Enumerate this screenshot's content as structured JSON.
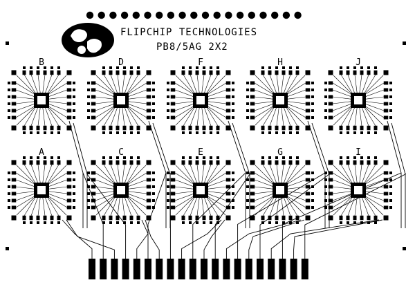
{
  "header": {
    "company": "FLIPCHIP TECHNOLOGIES",
    "part_number": "PB8/5AG 2X2"
  },
  "chips": [
    {
      "label": "B"
    },
    {
      "label": "D"
    },
    {
      "label": "F"
    },
    {
      "label": "H"
    },
    {
      "label": "J"
    },
    {
      "label": "A"
    },
    {
      "label": "C"
    },
    {
      "label": "E"
    },
    {
      "label": "G"
    },
    {
      "label": "I"
    }
  ],
  "colors": {
    "ink": "#000000",
    "board": "#ffffff"
  },
  "icons": {
    "logo": "flipchip-logo",
    "registration_holes": "hole-dot-row"
  }
}
